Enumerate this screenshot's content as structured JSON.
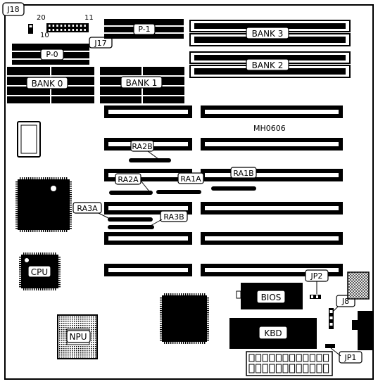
{
  "board_model": "MH0606",
  "colors": {
    "ink": "#000000",
    "paper": "#ffffff"
  },
  "memory": {
    "bank0": "BANK 0",
    "bank1": "BANK 1",
    "bank2": "BANK 2",
    "bank3": "BANK 3",
    "p0": "P-0",
    "p1": "P-1"
  },
  "jumpers": {
    "j18": "J18",
    "j17": "J17",
    "j8": "J8",
    "jp1": "JP1",
    "jp2": "JP2",
    "pin20": "20",
    "pin10": "10",
    "pin11": "11"
  },
  "resistor_arrays": {
    "ra2b": "RA2B",
    "ra2a": "RA2A",
    "ra1a": "RA1A",
    "ra1b": "RA1B",
    "ra3a": "RA3A",
    "ra3b": "RA3B"
  },
  "chips": {
    "cpu": "CPU",
    "npu": "NPU",
    "bios": "BIOS",
    "kbd": "KBD"
  }
}
